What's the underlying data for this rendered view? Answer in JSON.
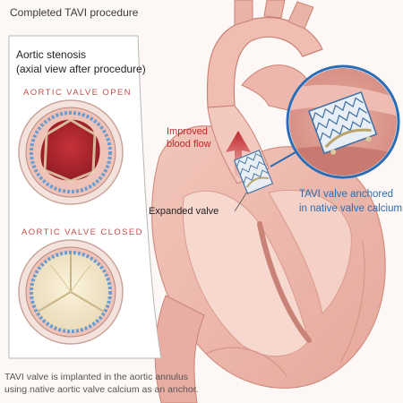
{
  "header": {
    "title": "Completed TAVI procedure"
  },
  "panel": {
    "title_line1": "Aortic stenosis",
    "title_line2": "(axial view after procedure)",
    "open_caption": "AORTIC VALVE OPEN",
    "closed_caption": "AORTIC VALVE CLOSED"
  },
  "labels": {
    "flow_line1": "Improved",
    "flow_line2": "blood flow",
    "expanded_valve": "Expanded valve",
    "anchored_line1": "TAVI valve anchored",
    "anchored_line2": "in native valve calcium"
  },
  "footer": {
    "line1": "TAVI valve is implanted in the aortic annulus",
    "line2": "using native aortic valve calcium as an anchor."
  },
  "colors": {
    "accent_red": "#c0262c",
    "accent_blue": "#2a6db5",
    "caption_red": "#c0504a",
    "tissue_pink": "#efbfb5",
    "stent_blue": "#6a9ccf"
  }
}
